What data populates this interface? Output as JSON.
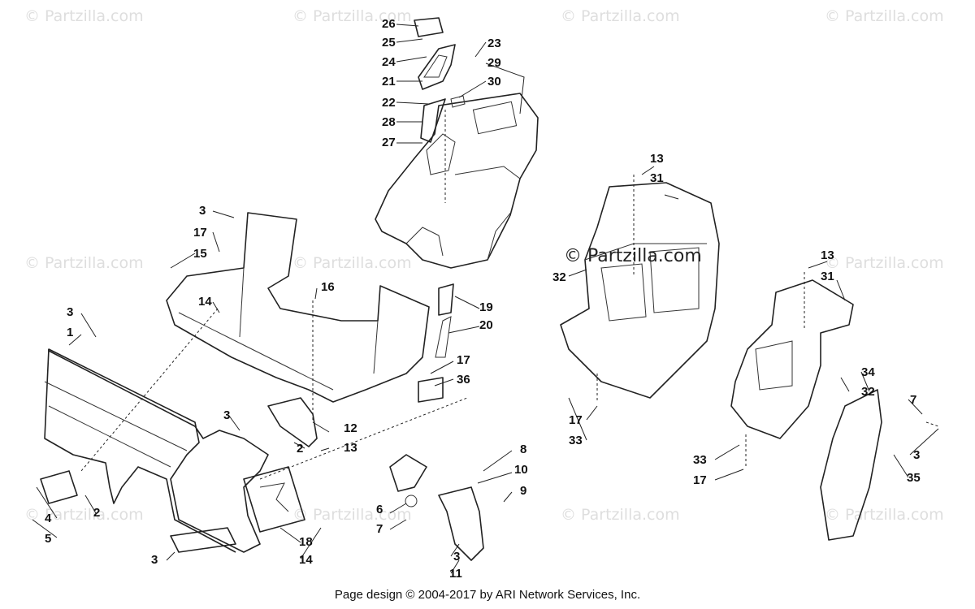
{
  "watermark": "© Partzilla.com",
  "watermark_center": "© Partzilla.com",
  "footer": "Page design © 2004-2017 by ARI Network Services, Inc.",
  "callouts": {
    "c1": "1",
    "c2a": "2",
    "c2b": "2",
    "c3a": "3",
    "c3b": "3",
    "c3c": "3",
    "c3d": "3",
    "c3e": "3",
    "c4": "4",
    "c5": "5",
    "c6": "6",
    "c7a": "7",
    "c7b": "7",
    "c8": "8",
    "c9": "9",
    "c10": "10",
    "c11": "11",
    "c12": "12",
    "c13a": "13",
    "c13b": "13",
    "c13c": "13",
    "c14a": "14",
    "c14b": "14",
    "c15": "15",
    "c16": "16",
    "c17a": "17",
    "c17b": "17",
    "c17c": "17",
    "c17d": "17",
    "c18": "18",
    "c19": "19",
    "c20": "20",
    "c21": "21",
    "c22": "22",
    "c23": "23",
    "c24": "24",
    "c25": "25",
    "c26": "26",
    "c27": "27",
    "c28": "28",
    "c29": "29",
    "c30": "30",
    "c31a": "31",
    "c31b": "31",
    "c32a": "32",
    "c32b": "32",
    "c33a": "33",
    "c33b": "33",
    "c34": "34",
    "c35": "35",
    "c36": "36"
  }
}
